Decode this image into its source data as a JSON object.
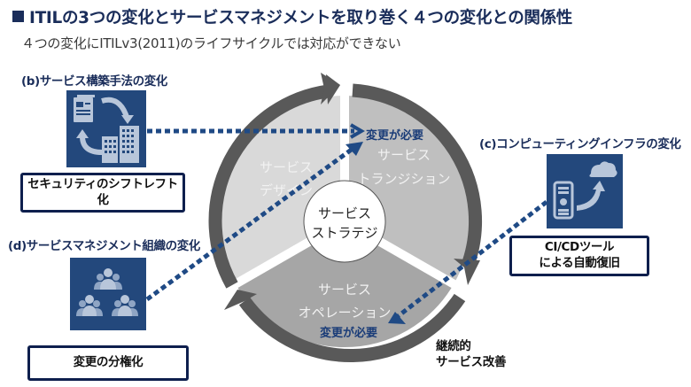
{
  "header": {
    "title": "ITILの3つの変化とサービスマネジメントを取り巻く４つの変化との関係性",
    "subtitle": "４つの変化にITILv3(2011)のライフサイクルでは対応ができない"
  },
  "colors": {
    "navy": "#1a2d5a",
    "icon_box": "#23487c",
    "arrow_ring": "#595959",
    "design_segment": "#d9d9d9",
    "transition_segment": "#bfbfbf",
    "operation_segment": "#a6a6a6",
    "dotted_connector": "#1f4a85"
  },
  "changes": {
    "b": {
      "category": "(b)サービス構築手法の変化",
      "icon": "document-building-cycle-icon",
      "result": "セキュリティのシフトレフト化"
    },
    "c": {
      "category": "(c)コンピューティングインフラの変化",
      "icon": "server-cloud-icon",
      "result_line1": "CI/CDツール",
      "result_line2": "による自動復旧"
    },
    "d": {
      "category": "(d)サービスマネジメント組織の変化",
      "icon": "people-groups-icon",
      "result": "変更の分権化"
    }
  },
  "lifecycle": {
    "center_line1": "サービス",
    "center_line2": "ストラテジ",
    "design_line1": "サービス",
    "design_line2": "デザイン",
    "transition_line1": "サービス",
    "transition_line2": "トランジション",
    "operation_line1": "サービス",
    "operation_line2": "オペレーション",
    "csi_line1": "継続的",
    "csi_line2": "サービス改善"
  },
  "annotations": {
    "transition_need": "変更が必要",
    "operation_need": "変更が必要"
  }
}
